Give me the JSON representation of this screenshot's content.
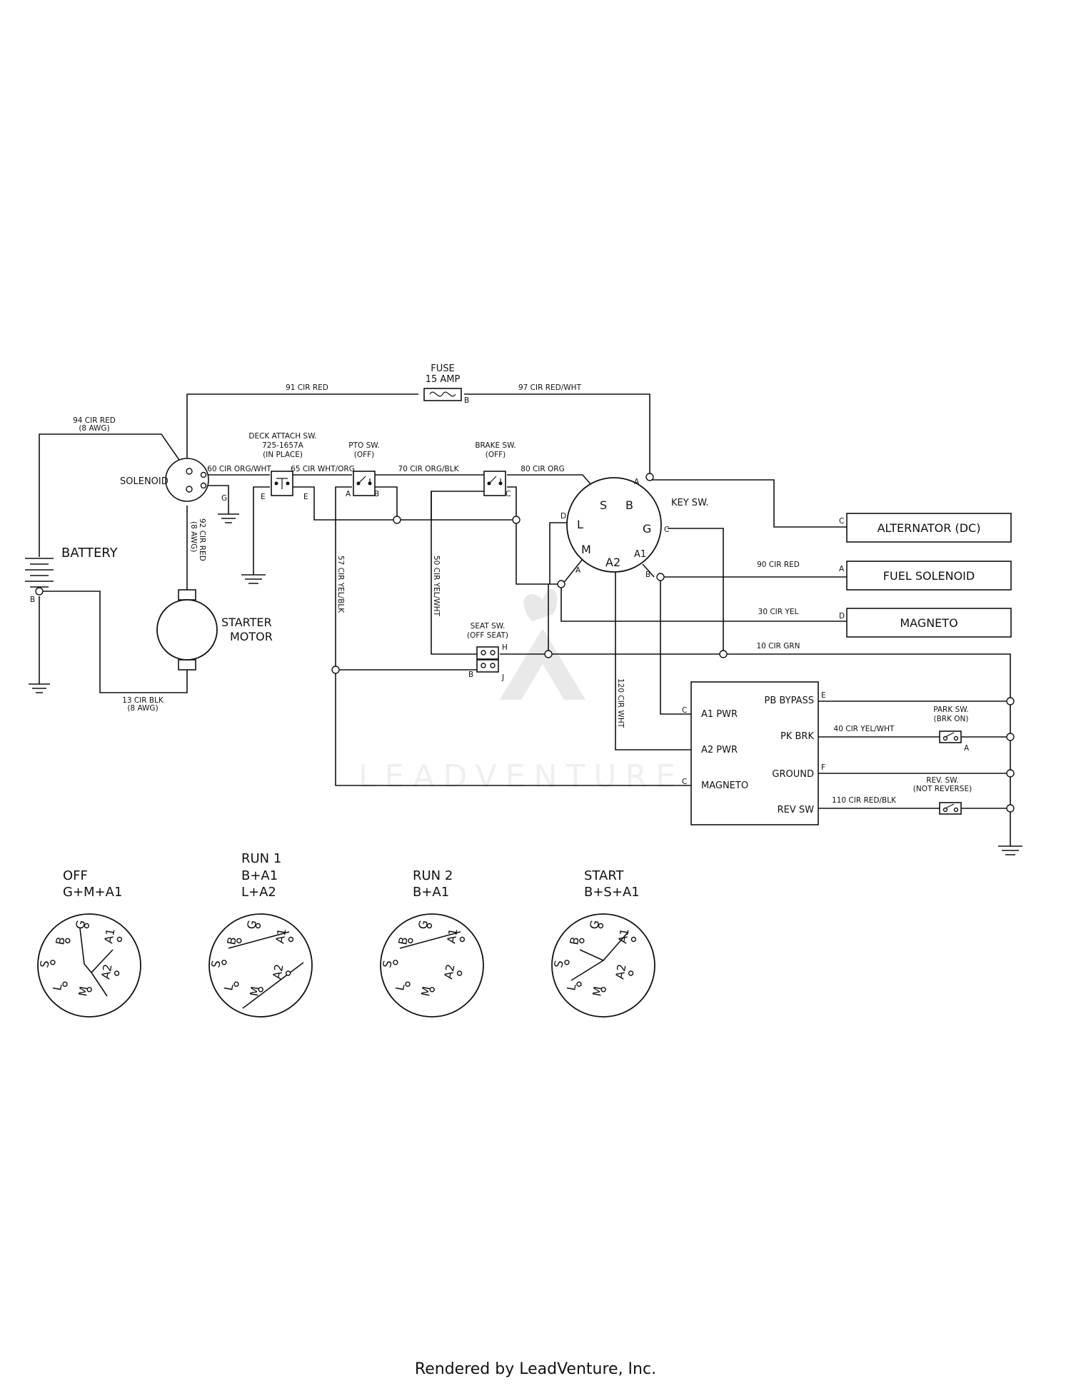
{
  "footer": "Rendered by LeadVenture, Inc.",
  "watermark": "LEADVENTURE",
  "wires": {
    "w91": "91 CIR RED",
    "w97": "97 CIR RED/WHT",
    "w94": "94 CIR RED",
    "w94g": "(8 AWG)",
    "w60": "60 CIR ORG/WHT",
    "w65": "65 CIR WHT/ORG",
    "w70": "70 CIR ORG/BLK",
    "w80": "80 CIR ORG",
    "w92": "92 CIR RED",
    "w92g": "(8 AWG)",
    "w57": "57 CIR YEL/BLK",
    "w50": "50 CIR YEL/WHT",
    "w90": "90 CIR RED",
    "w30": "30 CIR YEL",
    "w10": "10 CIR GRN",
    "w120": "120 CIR WHT",
    "w40": "40 CIR YEL/WHT",
    "w110": "110 CIR RED/BLK",
    "w13": "13 CIR BLK",
    "w13g": "(8 AWG)"
  },
  "components": {
    "fuse_1": "FUSE",
    "fuse_2": "15 AMP",
    "solenoid": "SOLENOID",
    "battery": "BATTERY",
    "starter_1": "STARTER",
    "starter_2": "MOTOR",
    "deck_1": "DECK ATTACH SW.",
    "deck_2": "725-1657A",
    "deck_3": "(IN PLACE)",
    "pto_1": "PTO SW.",
    "pto_2": "(OFF)",
    "brake_1": "BRAKE SW.",
    "brake_2": "(OFF)",
    "key": "KEY SW.",
    "seat_1": "SEAT SW.",
    "seat_2": "(OFF SEAT)",
    "alternator": "ALTERNATOR (DC)",
    "fuel": "FUEL SOLENOID",
    "magneto": "MAGNETO",
    "park_1": "PARK SW.",
    "park_2": "(BRK ON)",
    "rev_1": "REV. SW.",
    "rev_2": "(NOT REVERSE)"
  },
  "module": {
    "a1": "A1 PWR",
    "a2": "A2 PWR",
    "mag": "MAGNETO",
    "pb": "PB BYPASS",
    "pk": "PK BRK",
    "gnd": "GROUND",
    "rev": "REV SW"
  },
  "terminals": {
    "b": "B",
    "g": "G",
    "e": "E",
    "a": "A",
    "c": "C",
    "d": "D",
    "h": "H",
    "j": "J",
    "f": "F",
    "s": "S",
    "l": "L",
    "m": "M",
    "a1": "A1",
    "a2": "A2"
  },
  "positions": {
    "off_1": "OFF",
    "off_2": "G+M+A1",
    "run1_1": "RUN 1",
    "run1_2": "B+A1",
    "run1_3": "L+A2",
    "run2_1": "RUN 2",
    "run2_2": "B+A1",
    "start_1": "START",
    "start_2": "B+S+A1"
  }
}
